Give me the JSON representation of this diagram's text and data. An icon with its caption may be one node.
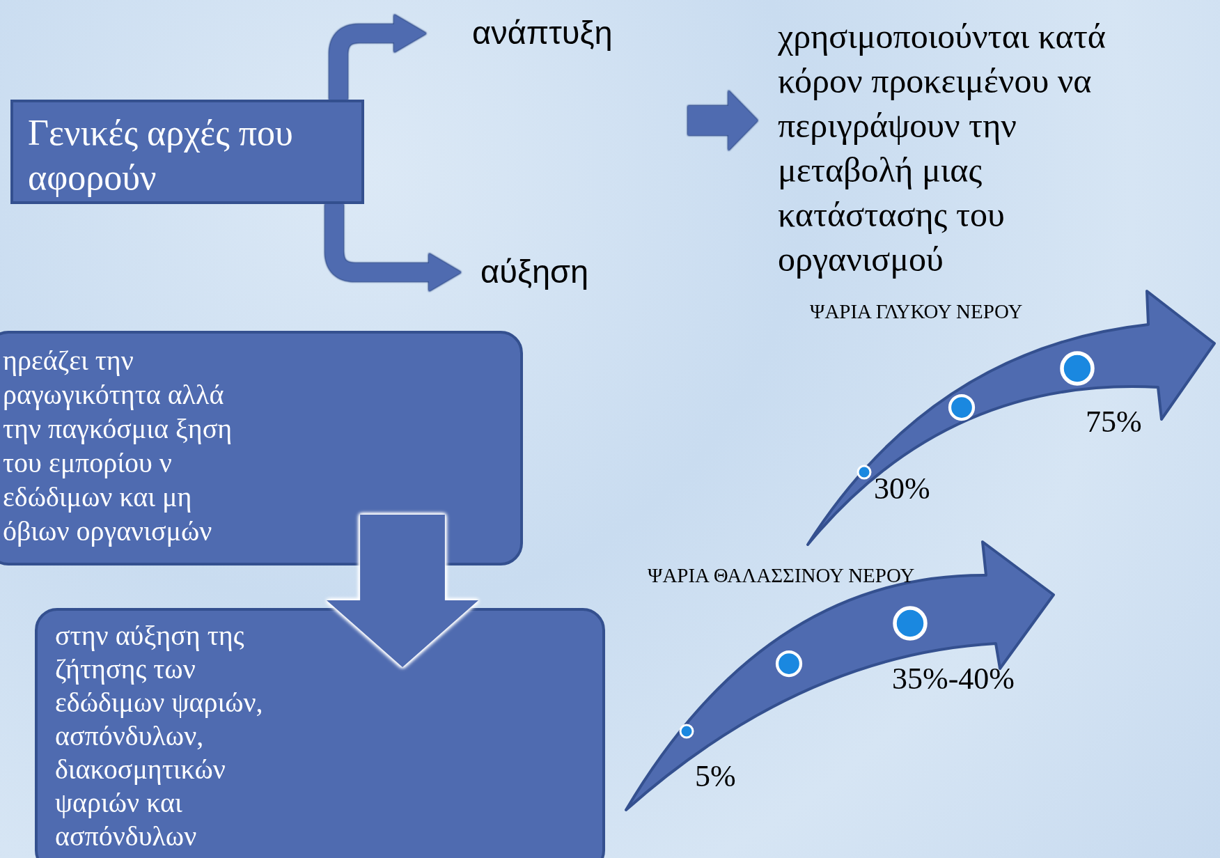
{
  "diagram": {
    "nodes": [
      {
        "text": [
          "Γενικές αρχές που αφορούν"
        ]
      },
      {
        "text": [
          "ανάπτυξη"
        ]
      },
      {
        "text": [
          "αύξηση"
        ]
      },
      {
        "text": [
          "χρησιμοποιούνται κατά κόρον προκειμένου να περιγράψουν την μεταβολή μιας κατάστασης του οργανισμού"
        ]
      },
      {
        "text": [
          "ηρεάζει την ραγωγικότητα αλλά την παγκόσμια ξηση του εμπορίου ν εδώδιμων και μη όβιων οργανισμών"
        ]
      },
      {
        "text": [
          "στην αύξηση της ζήτησης των εδώδιμων ψαριών, ασπόνδυλων, διακοσμητικών ψαριών και ασπόνδυλων"
        ]
      }
    ],
    "edges": [
      {
        "from": 0,
        "to": 1,
        "arrow": "to"
      },
      {
        "from": 0,
        "to": 2,
        "arrow": "to"
      },
      {
        "from": null,
        "to": 3,
        "arrow": "to"
      },
      {
        "from": 4,
        "to": 5,
        "arrow": "to",
        "style": "thick"
      }
    ],
    "labels": [
      "ΨΑΡΙΑ ΓΛΥΚΟΥ ΝΕΡΟΥ",
      "75%",
      "30%",
      "ΨΑΡΙΑ ΘΑΛΑΣΣΙΝΟΥ ΝΕΡΟΥ",
      "35%-40%",
      "5%"
    ]
  }
}
